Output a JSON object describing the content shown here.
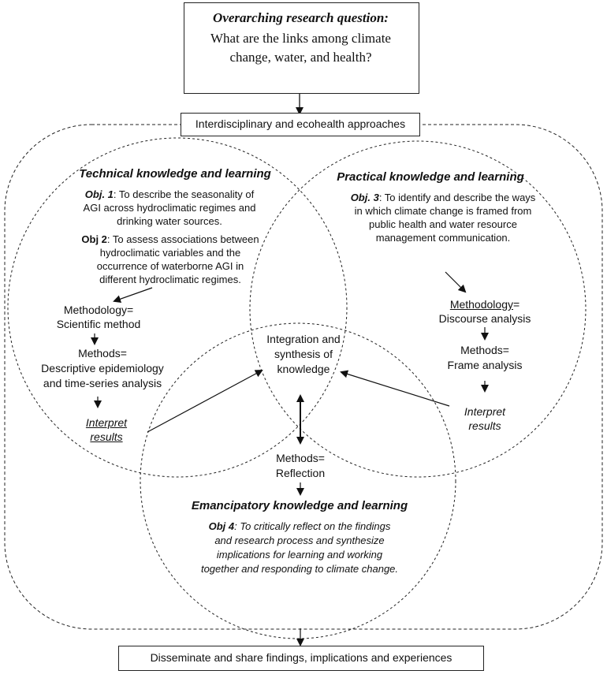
{
  "question": {
    "heading": "Overarching research question:",
    "text_line1": "What are the links among climate",
    "text_line2": "change, water, and health?"
  },
  "approach": "Interdisciplinary and ecohealth approaches",
  "technical": {
    "title": "Technical knowledge and learning",
    "obj1_label": "Obj. 1",
    "obj1_text_l1": ": To describe the seasonality of",
    "obj1_text_l2": "AGI across hydroclimatic regimes and",
    "obj1_text_l3": "drinking water sources.",
    "obj2_label": "Obj 2",
    "obj2_text_l1": ": To assess associations between",
    "obj2_text_l2": "hydroclimatic variables and the",
    "obj2_text_l3": "occurrence of waterborne AGI in",
    "obj2_text_l4": "different hydroclimatic regimes.",
    "methodology_l1": "Methodology=",
    "methodology_l2": "Scientific method",
    "methods_l1": "Methods=",
    "methods_l2": "Descriptive epidemiology",
    "methods_l3": "and time-series analysis",
    "interpret_l1": "Interpret",
    "interpret_l2": "results"
  },
  "practical": {
    "title": "Practical knowledge and learning",
    "obj3_label": "Obj. 3",
    "obj3_text_l1": ": To identify and describe the ways",
    "obj3_text_l2": "in which climate change is framed from",
    "obj3_text_l3": "public health and water resource",
    "obj3_text_l4": "management communication.",
    "methodology_l1": "Methodology",
    "methodology_eq": "=",
    "methodology_l2": "Discourse analysis",
    "methods_l1": "Methods=",
    "methods_l2": "Frame analysis",
    "interpret_l1": "Interpret",
    "interpret_l2": "results"
  },
  "integration": {
    "l1": "Integration and",
    "l2": "synthesis of",
    "l3": "knowledge"
  },
  "reflection": {
    "l1": "Methods=",
    "l2": "Reflection"
  },
  "emancipatory": {
    "title": "Emancipatory knowledge and learning",
    "obj4_label": "Obj 4",
    "obj4_text_l1": ": To critically reflect on the findings",
    "obj4_text_l2": "and research process and synthesize",
    "obj4_text_l3": "implications for learning and working",
    "obj4_text_l4": "together and responding to climate change."
  },
  "disseminate": "Disseminate and share findings, implications and experiences"
}
